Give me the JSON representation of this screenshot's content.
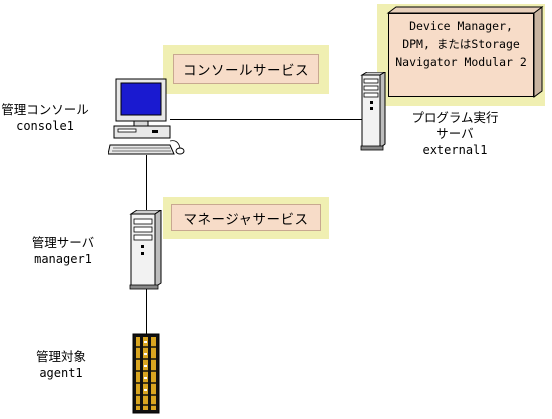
{
  "callouts": {
    "console_service": "コンソールサービス",
    "manager_service": "マネージャサービス",
    "external_lines": [
      "Device Manager,",
      "DPM, またはStorage",
      "Navigator Modular 2"
    ]
  },
  "nodes": {
    "console": {
      "role": "管理コンソール",
      "host": "console1"
    },
    "external": {
      "role_line1": "プログラム実行",
      "role_line2": "サーバ",
      "host": "external1"
    },
    "manager": {
      "role": "管理サーバ",
      "host": "manager1"
    },
    "agent": {
      "role": "管理対象",
      "host": "agent1"
    }
  },
  "colors": {
    "callout_outer": "#f0efb2",
    "callout_inner": "#f7dcc8",
    "monitor_screen": "#1a1ad0",
    "server_body": "#f2f2f2",
    "storage_stripe": "#d9a520"
  }
}
